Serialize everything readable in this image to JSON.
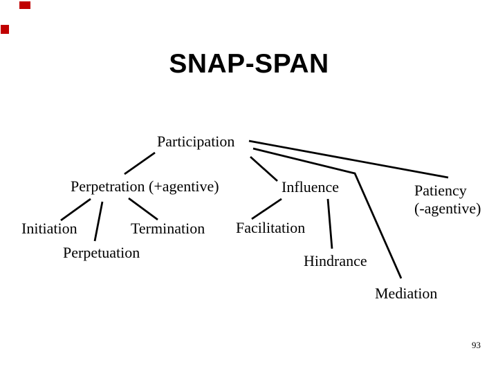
{
  "slide": {
    "title": "SNAP-SPAN",
    "page_number": "93"
  },
  "diagram": {
    "nodes": {
      "participation": {
        "label": "Participation"
      },
      "perpetration": {
        "label": "Perpetration (+agentive)"
      },
      "influence": {
        "label": "Influence"
      },
      "patiency": {
        "label": "Patiency",
        "sublabel": "(-agentive)"
      },
      "initiation": {
        "label": "Initiation"
      },
      "termination": {
        "label": "Termination"
      },
      "perpetuation": {
        "label": "Perpetuation"
      },
      "facilitation": {
        "label": "Facilitation"
      },
      "hindrance": {
        "label": "Hindrance"
      },
      "mediation": {
        "label": "Mediation"
      }
    },
    "edges": [
      {
        "from": "Participation",
        "to": "Perpetration (+agentive)"
      },
      {
        "from": "Participation",
        "to": "Influence"
      },
      {
        "from": "Participation",
        "to": "Patiency (-agentive)"
      },
      {
        "from": "Participation",
        "to": "Mediation"
      },
      {
        "from": "Perpetration (+agentive)",
        "to": "Initiation"
      },
      {
        "from": "Perpetration (+agentive)",
        "to": "Perpetuation"
      },
      {
        "from": "Perpetration (+agentive)",
        "to": "Termination"
      },
      {
        "from": "Influence",
        "to": "Facilitation"
      },
      {
        "from": "Influence",
        "to": "Hindrance"
      }
    ]
  },
  "decorations": {
    "marker_color": "#c00000"
  }
}
